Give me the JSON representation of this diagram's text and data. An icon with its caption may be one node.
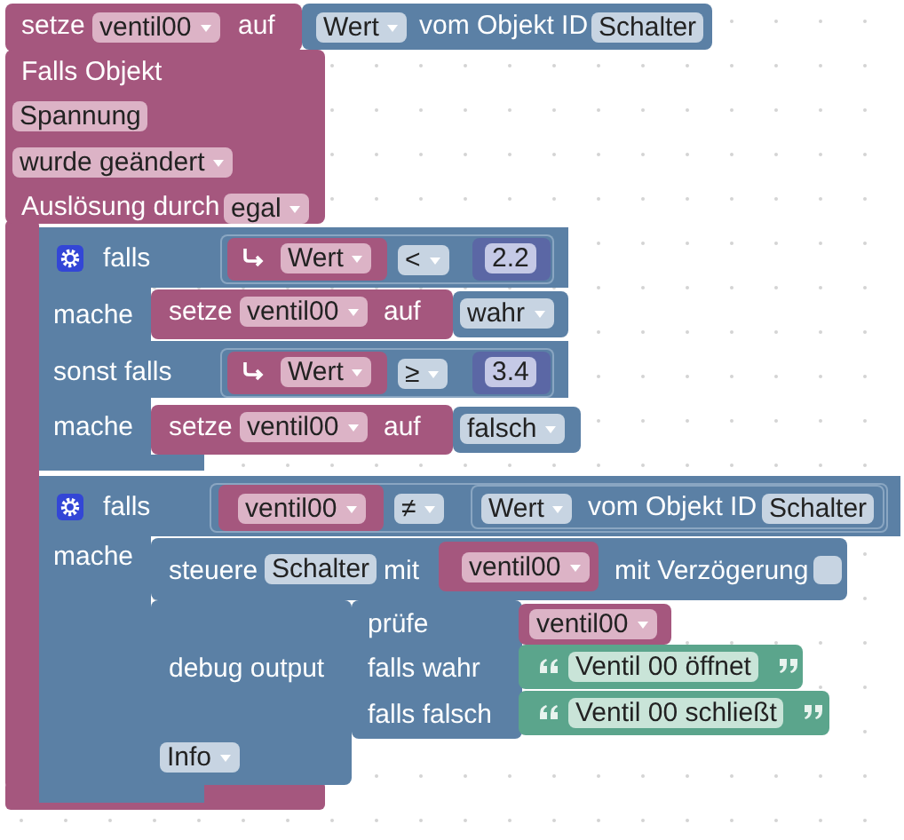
{
  "diagram": {
    "nodes": [
      {
        "text": [
          "setze",
          "ventil00",
          "auf"
        ]
      },
      {
        "text": [
          "Wert",
          "vom Objekt ID",
          "Schalter"
        ]
      },
      {
        "text": [
          "Falls Objekt",
          "Spannung",
          "wurde geändert",
          "Auslösung durch",
          "egal"
        ]
      },
      {
        "text": [
          "falls",
          "mache",
          "sonst falls",
          "mache"
        ]
      },
      {
        "text": [
          "<"
        ],
        "in": 3
      },
      {
        "text": [
          "Wert"
        ],
        "in": 4
      },
      {
        "text": [
          "2.2"
        ],
        "in": 4
      },
      {
        "text": [
          "setze",
          "ventil00",
          "auf"
        ],
        "in": 3
      },
      {
        "text": [
          "wahr"
        ],
        "in": 3
      },
      {
        "text": [
          "≥"
        ],
        "in": 3
      },
      {
        "text": [
          "Wert"
        ],
        "in": 9
      },
      {
        "text": [
          "3.4"
        ],
        "in": 9
      },
      {
        "text": [
          "setze",
          "ventil00",
          "auf"
        ],
        "in": 3
      },
      {
        "text": [
          "falsch"
        ],
        "in": 3
      },
      {
        "text": [
          "falls",
          "mache"
        ]
      },
      {
        "text": [
          "≠"
        ],
        "in": 14
      },
      {
        "text": [
          "ventil00"
        ],
        "in": 15
      },
      {
        "text": [
          "Wert",
          "vom Objekt ID",
          "Schalter"
        ],
        "in": 15
      },
      {
        "text": [
          "steuere",
          "Schalter",
          "mit",
          "mit Verzögerung"
        ],
        "in": 14
      },
      {
        "text": [
          "ventil00"
        ],
        "in": 18
      },
      {
        "text": [
          "debug output",
          "Info"
        ],
        "in": 14
      },
      {
        "text": [
          "prüfe",
          "falls wahr",
          "falls falsch"
        ],
        "in": 14
      },
      {
        "text": [
          "ventil00"
        ],
        "in": 14
      },
      {
        "text": [
          "Ventil 00 öffnet"
        ],
        "in": 14
      },
      {
        "text": [
          "Ventil 00 schließt"
        ],
        "in": 14
      },
      {
        "text": [],
        "shape": "bar"
      },
      {
        "text": [],
        "shape": "bar"
      }
    ]
  }
}
